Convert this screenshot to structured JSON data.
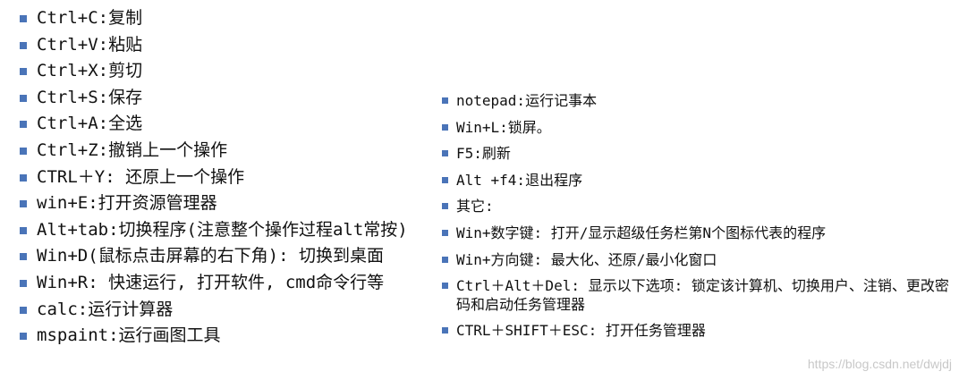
{
  "left_items": [
    "Ctrl+C:复制",
    "Ctrl+V:粘贴",
    "Ctrl+X:剪切",
    "Ctrl+S:保存",
    "Ctrl+A:全选",
    "Ctrl+Z:撤销上一个操作",
    "CTRL＋Y: 还原上一个操作",
    "win+E:打开资源管理器",
    "Alt+tab:切换程序(注意整个操作过程alt常按)",
    "Win+D(鼠标点击屏幕的右下角): 切换到桌面",
    "Win+R: 快速运行, 打开软件, cmd命令行等",
    "calc:运行计算器",
    "mspaint:运行画图工具"
  ],
  "right_items": [
    "notepad:运行记事本",
    "Win+L:锁屏。",
    "F5:刷新",
    "Alt +f4:退出程序",
    "其它:",
    "Win+数字键: 打开/显示超级任务栏第N个图标代表的程序",
    "Win+方向键: 最大化、还原/最小化窗口",
    "Ctrl＋Alt＋Del: 显示以下选项: 锁定该计算机、切换用户、注销、更改密码和启动任务管理器",
    "CTRL＋SHIFT＋ESC: 打开任务管理器"
  ],
  "watermark": "https://blog.csdn.net/dwjdj",
  "colors": {
    "bullet": "#4a74b8",
    "text": "#111111",
    "watermark": "#c8c8c8"
  }
}
